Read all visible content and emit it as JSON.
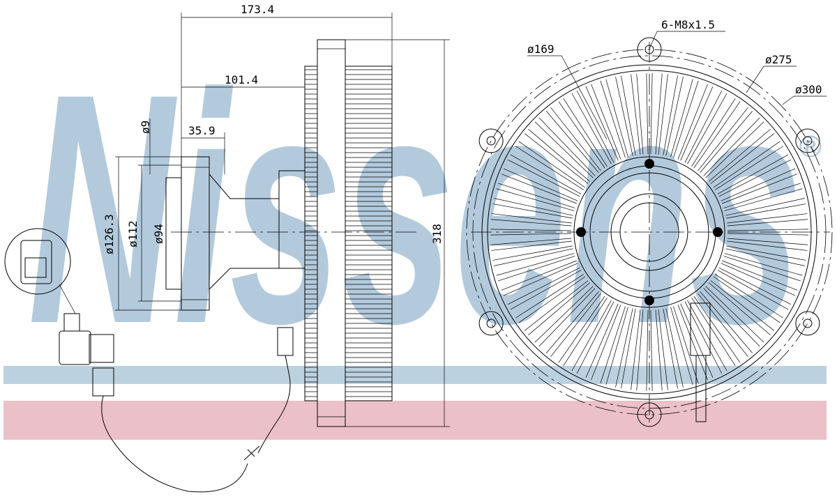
{
  "watermark": {
    "brand": "Nissens",
    "registered": "®",
    "stripe_blue": "#bcd1e0",
    "stripe_pink": "#ecc0c8",
    "watermark_color": "#b3cadd"
  },
  "dimensions": {
    "overall_length": "173.4",
    "hub_length": "101.4",
    "flange_length": "35.9",
    "bolt_hole": "ø9",
    "pulley_outer": "ø126.3",
    "pulley_pcd": "ø112",
    "pulley_inner": "ø94",
    "height": "318",
    "bolts": "6-M8x1.5",
    "inner_dia": "ø169",
    "pcd_dia": "ø275",
    "outer_dia": "ø300"
  },
  "front_view": {
    "fin_count": 64,
    "bolt_count": 6
  }
}
